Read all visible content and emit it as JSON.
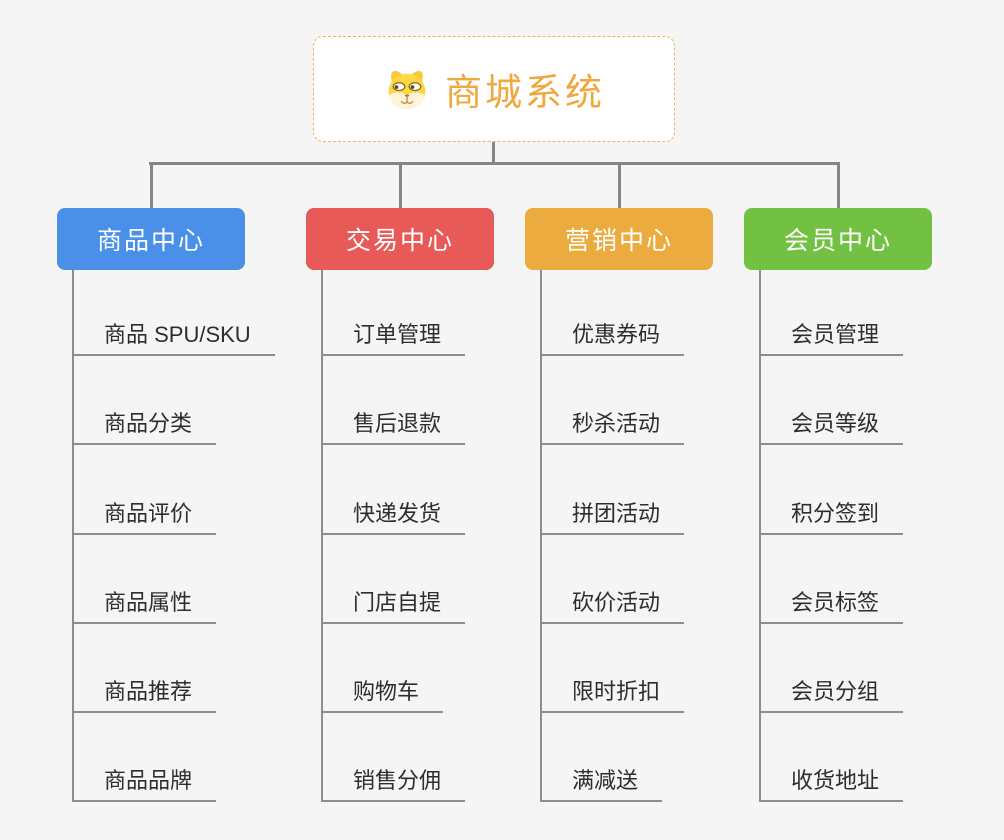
{
  "root": {
    "title": "商城系统",
    "icon": "dog-face-icon"
  },
  "branches": [
    {
      "id": "product-center",
      "label": "商品中心",
      "color": "#4a8fe8",
      "children": [
        "商品 SPU/SKU",
        "商品分类",
        "商品评价",
        "商品属性",
        "商品推荐",
        "商品品牌"
      ]
    },
    {
      "id": "trade-center",
      "label": "交易中心",
      "color": "#e75a57",
      "children": [
        "订单管理",
        "售后退款",
        "快递发货",
        "门店自提",
        "购物车",
        "销售分佣"
      ]
    },
    {
      "id": "marketing-center",
      "label": "营销中心",
      "color": "#ecab3e",
      "children": [
        "优惠券码",
        "秒杀活动",
        "拼团活动",
        "砍价活动",
        "限时折扣",
        "满减送"
      ]
    },
    {
      "id": "member-center",
      "label": "会员中心",
      "color": "#72c142",
      "children": [
        "会员管理",
        "会员等级",
        "积分签到",
        "会员标签",
        "会员分组",
        "收货地址"
      ]
    }
  ],
  "colors": {
    "background": "#f5f5f6",
    "connector": "#868686",
    "leaf_line": "#8d8d8d",
    "leaf_text": "#2d2d31",
    "root_accent": "#f0a73d",
    "root_border": "#f3b24e",
    "root_background": "#ffffff",
    "branch_text": "#ffffff",
    "dog_yellow": "#fed843",
    "dog_cream": "#fdf4dc"
  }
}
